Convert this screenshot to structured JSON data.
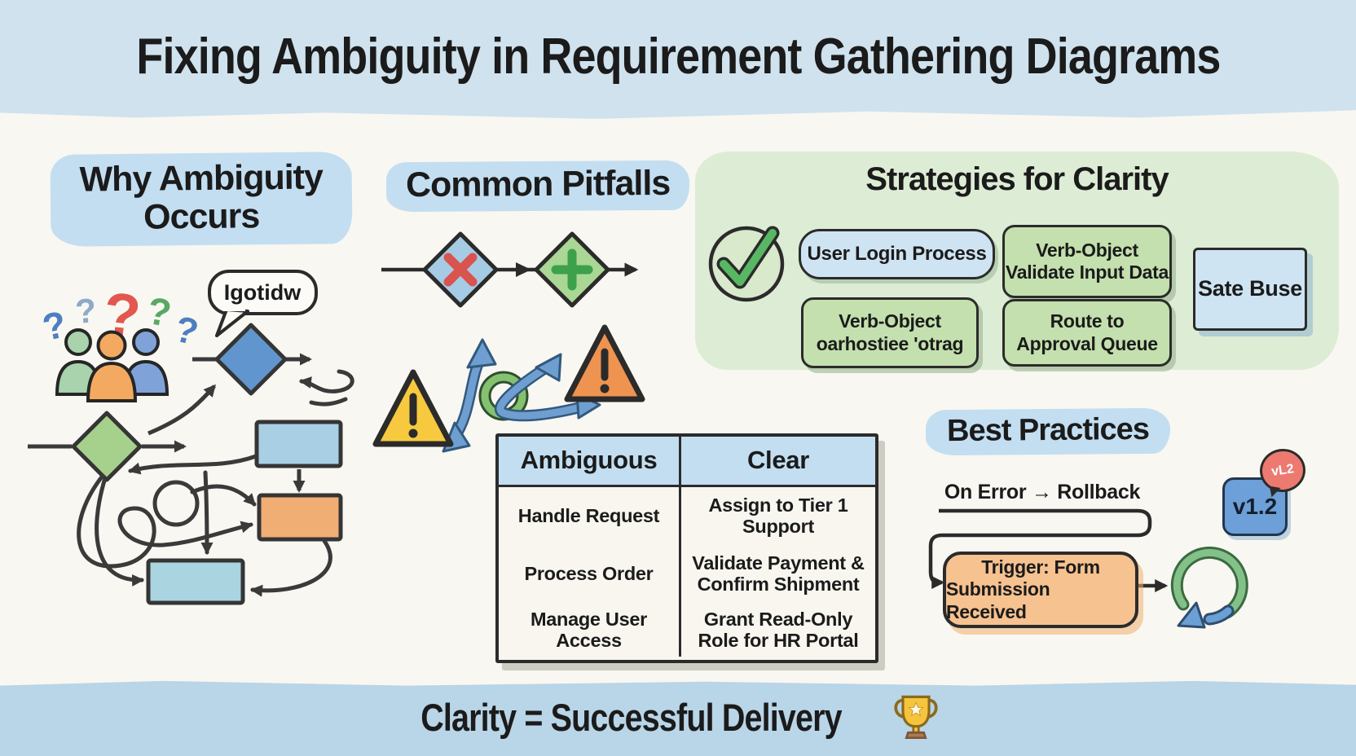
{
  "title": "Fixing Ambiguity in Requirement Gathering Diagrams",
  "why": {
    "heading_line1": "Why Ambiguity",
    "heading_line2": "Occurs",
    "speech_bubble": "Igotidw"
  },
  "pitfalls": {
    "heading": "Common Pitfalls"
  },
  "strategies": {
    "heading": "Strategies for Clarity",
    "box_user_login": "User Login Process",
    "box_validate_line1": "Verb-Object",
    "box_validate_line2": "Validate Input Data",
    "box_sate": "Sate Buse",
    "box_garbled_line1": "Verb-Object",
    "box_garbled_line2": "oarhostiee 'otrag",
    "box_route_line1": "Route to",
    "box_route_line2": "Approval Queue"
  },
  "table": {
    "headers": [
      "Ambiguous",
      "Clear"
    ],
    "rows": [
      [
        "Handle Request",
        "Assign to Tier 1 Support"
      ],
      [
        "Process Order",
        "Validate Payment & Confirm Shipment"
      ],
      [
        "Manage User Access",
        "Grant Read-Only Role for HR Portal"
      ]
    ]
  },
  "best_practices": {
    "heading": "Best Practices",
    "rule": "On Error → Rollback",
    "trigger_line1": "Trigger: Form",
    "trigger_line2": "Submission Received",
    "version_box": "v1.2",
    "version_bubble": "vL2"
  },
  "footer": "Clarity = Successful Delivery",
  "icons": {
    "question_mark": "?"
  },
  "colors": {
    "paper": "#f9f7f1",
    "band_blue": "#cfe2ee",
    "footer_band_blue": "#b9d5e8",
    "highlight_blue": "#c3def1",
    "panel_green": "#ddecd4",
    "box_blue": "#cfe4f2",
    "box_green": "#c3e0ae",
    "trigger_orange": "#f6c290",
    "version_blue": "#6d9fd8",
    "bubble_red": "#ec7a70",
    "check_green": "#58b763",
    "warning_yellow": "#f6c93f",
    "warning_orange": "#ef9350"
  }
}
